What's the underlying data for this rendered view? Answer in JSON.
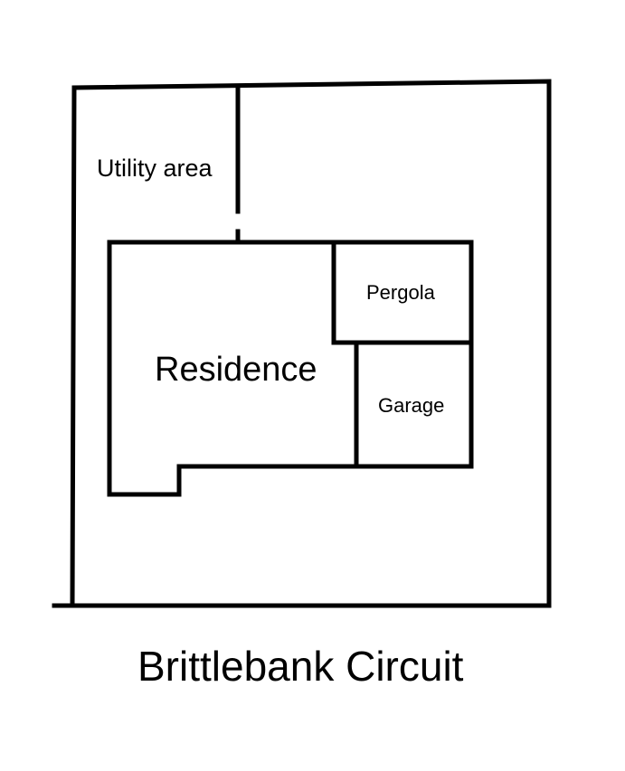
{
  "plan": {
    "labels": {
      "utility": "Utility area",
      "residence": "Residence",
      "pergola": "Pergola",
      "garage": "Garage",
      "street": "Brittlebank Circuit"
    },
    "colors": {
      "line": "#000000",
      "background": "#ffffff"
    }
  }
}
